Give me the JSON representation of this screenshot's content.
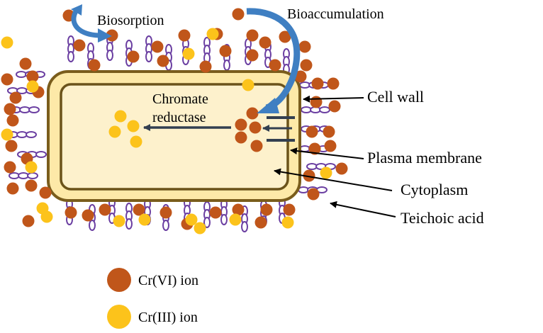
{
  "labels": {
    "biosorption": "Biosorption",
    "bioaccumulation": "Bioaccumulation",
    "chromate_reductase_line1": "Chromate",
    "chromate_reductase_line2": "reductase",
    "cell_wall": "Cell wall",
    "plasma_membrane": "Plasma membrane",
    "cytoplasm": "Cytoplasm",
    "teichoic_acid": "Teichoic acid"
  },
  "legend": [
    {
      "label": "Cr(VI) ion",
      "color": "#c0561a"
    },
    {
      "label": "Cr(III) ion",
      "color": "#fcc31b"
    }
  ],
  "colors": {
    "cr6": "#c0561a",
    "cr3": "#fcc31b",
    "cell_wall_fill": "#fde9a8",
    "cell_wall_stroke": "#7a5d1c",
    "cytoplasm_fill": "#fdf1cc",
    "teichoic_fill": "#ffffff",
    "teichoic_stroke": "#6a3ea1",
    "flow_arrow": "#3f7fc2",
    "reductase_arrow": "#333f50",
    "pointer": "#000000"
  },
  "icons": {
    "biosorption_arrow": "curved-arrow-icon",
    "bioaccumulation_arrow": "curved-arrow-icon",
    "chromate_arrow": "arrow-left-icon",
    "pointer_arrow": "arrow-left-icon"
  }
}
